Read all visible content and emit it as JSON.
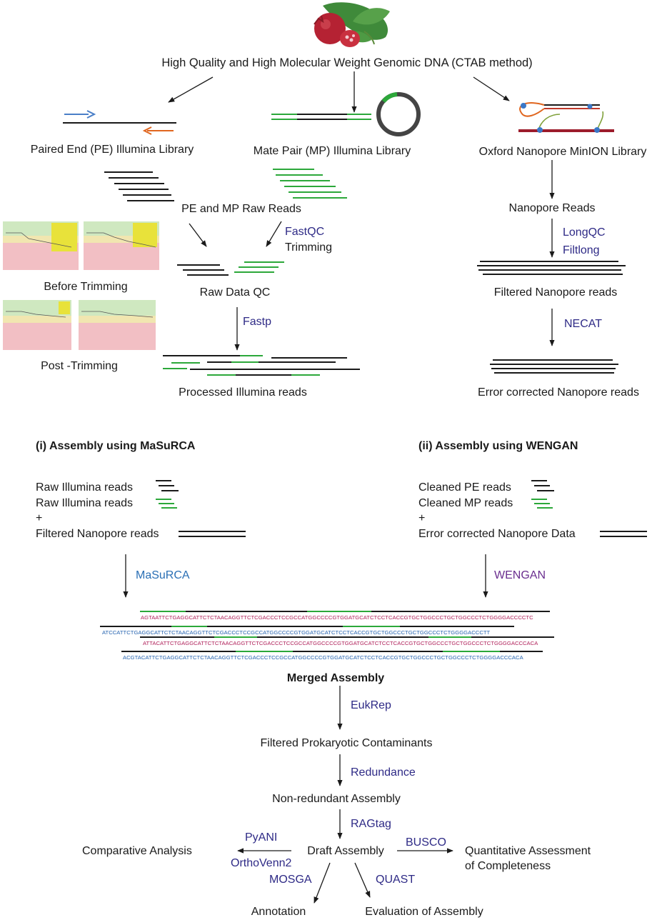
{
  "labels": {
    "top_title": "High Quality and High Molecular Weight  Genomic DNA (CTAB method)",
    "pe_library": "Paired End (PE) Illumina Library",
    "mp_library": "Mate Pair (MP) Illumina Library",
    "ont_library": "Oxford Nanopore MinION Library",
    "pe_mp_raw_reads": "PE and MP Raw Reads",
    "nanopore_reads": "Nanopore Reads",
    "before_trimming": "Before Trimming",
    "post_trimming": "Post -Trimming",
    "raw_data_qc": "Raw Data QC",
    "trimming": "Trimming",
    "filtered_nanopore_reads": "Filtered Nanopore reads",
    "processed_illumina_reads": "Processed Illumina reads",
    "error_corrected_nanopore_reads": "Error corrected Nanopore reads",
    "assembly_i": "(i) Assembly using MaSuRCA",
    "assembly_ii": "(ii) Assembly using WENGAN",
    "raw_illumina_reads_1": "Raw Illumina reads",
    "raw_illumina_reads_2": "Raw Illumina reads",
    "plus_left": "+",
    "filtered_nanopore_reads_left": "Filtered Nanopore reads",
    "cleaned_pe_reads": "Cleaned PE reads",
    "cleaned_mp_reads": "Cleaned MP reads",
    "plus_right": "+",
    "error_corrected_nanopore_data": "Error corrected Nanopore Data",
    "merged_assembly": "Merged Assembly",
    "filtered_prokaryotic_contaminants": "Filtered Prokaryotic Contaminants",
    "non_redundant_assembly": "Non-redundant Assembly",
    "draft_assembly": "Draft Assembly",
    "comparative_analysis": "Comparative Analysis",
    "quantitative_assessment_1": "Quantitative Assessment",
    "quantitative_assessment_2": "of Completeness",
    "annotation": "Annotation",
    "evaluation_of_assembly": "Evaluation of Assembly"
  },
  "tools": {
    "fastqc": "FastQC",
    "fastp": "Fastp",
    "longqc": "LongQC",
    "filtlong": "Filtlong",
    "necat": "NECAT",
    "masurca": "MaSuRCA",
    "wengan": "WENGAN",
    "eukrep": "EukRep",
    "redundance": "Redundance",
    "ragtag": "RAGtag",
    "pyani": "PyANI",
    "orthovenn2": "OrthoVenn2",
    "busco": "BUSCO",
    "mosga": "MOSGA",
    "quast": "QUAST"
  },
  "sequences": {
    "s1": "AGTAATTCTGAGGCATTCTCTAACAGGTTCTCGACCCTCCGCCATGGCCCCGTGGATGCATCTCCTCACCGTGCTGGCCCTGCTGGCCCTCTGGGGACCCCTC",
    "s2": "ATCCATTCTGAGGCATTCTCTAACAGGTTCTCGACCCTCCGCCATGGCCCCGTGGATGCATCTCCTCACCGTGCTGGCCCTGCTGGCCCTCTGGGGACCCTT",
    "s3": "ATTACATTCTGAGGCATTCTCTAACAGGTTCTCGACCCTCCGCCATGGCCCCGTGGATGCATCTCCTCACCGTGCTGGCCCTGCTGGCCCTCTGGGGACCCACA",
    "s4": "ACGTACATTCTGAGGCATTCTCTAACAGGTTCTCGACCCTCCGCCATGGCCCCGTGGATGCATCTCCTCACCGTGCTGGCCCTGCTGGCCCTCTGGGGACCCACA"
  },
  "colors": {
    "line_black": "#1a1a1a",
    "read_green": "#2ca83a",
    "arrow_blue": "#4a7fc8",
    "arrow_orange": "#e0661f",
    "tool_indigo": "#2e2a86",
    "tool_blue": "#2a6fb5",
    "tool_purple": "#6a2e8f",
    "pomegranate_red": "#b52233",
    "leaf_green": "#3f8a3a",
    "nanopore_bar": "#9c1c2b",
    "qc_yellow": "#e8e23a",
    "qc_green_band": "#cfe8c0",
    "qc_pink_band": "#f2bfc4"
  },
  "icons": [
    "pomegranate-icon",
    "circular-plasmid-icon",
    "nanopore-adapter-icon",
    "qc-plot-thumbnail"
  ]
}
